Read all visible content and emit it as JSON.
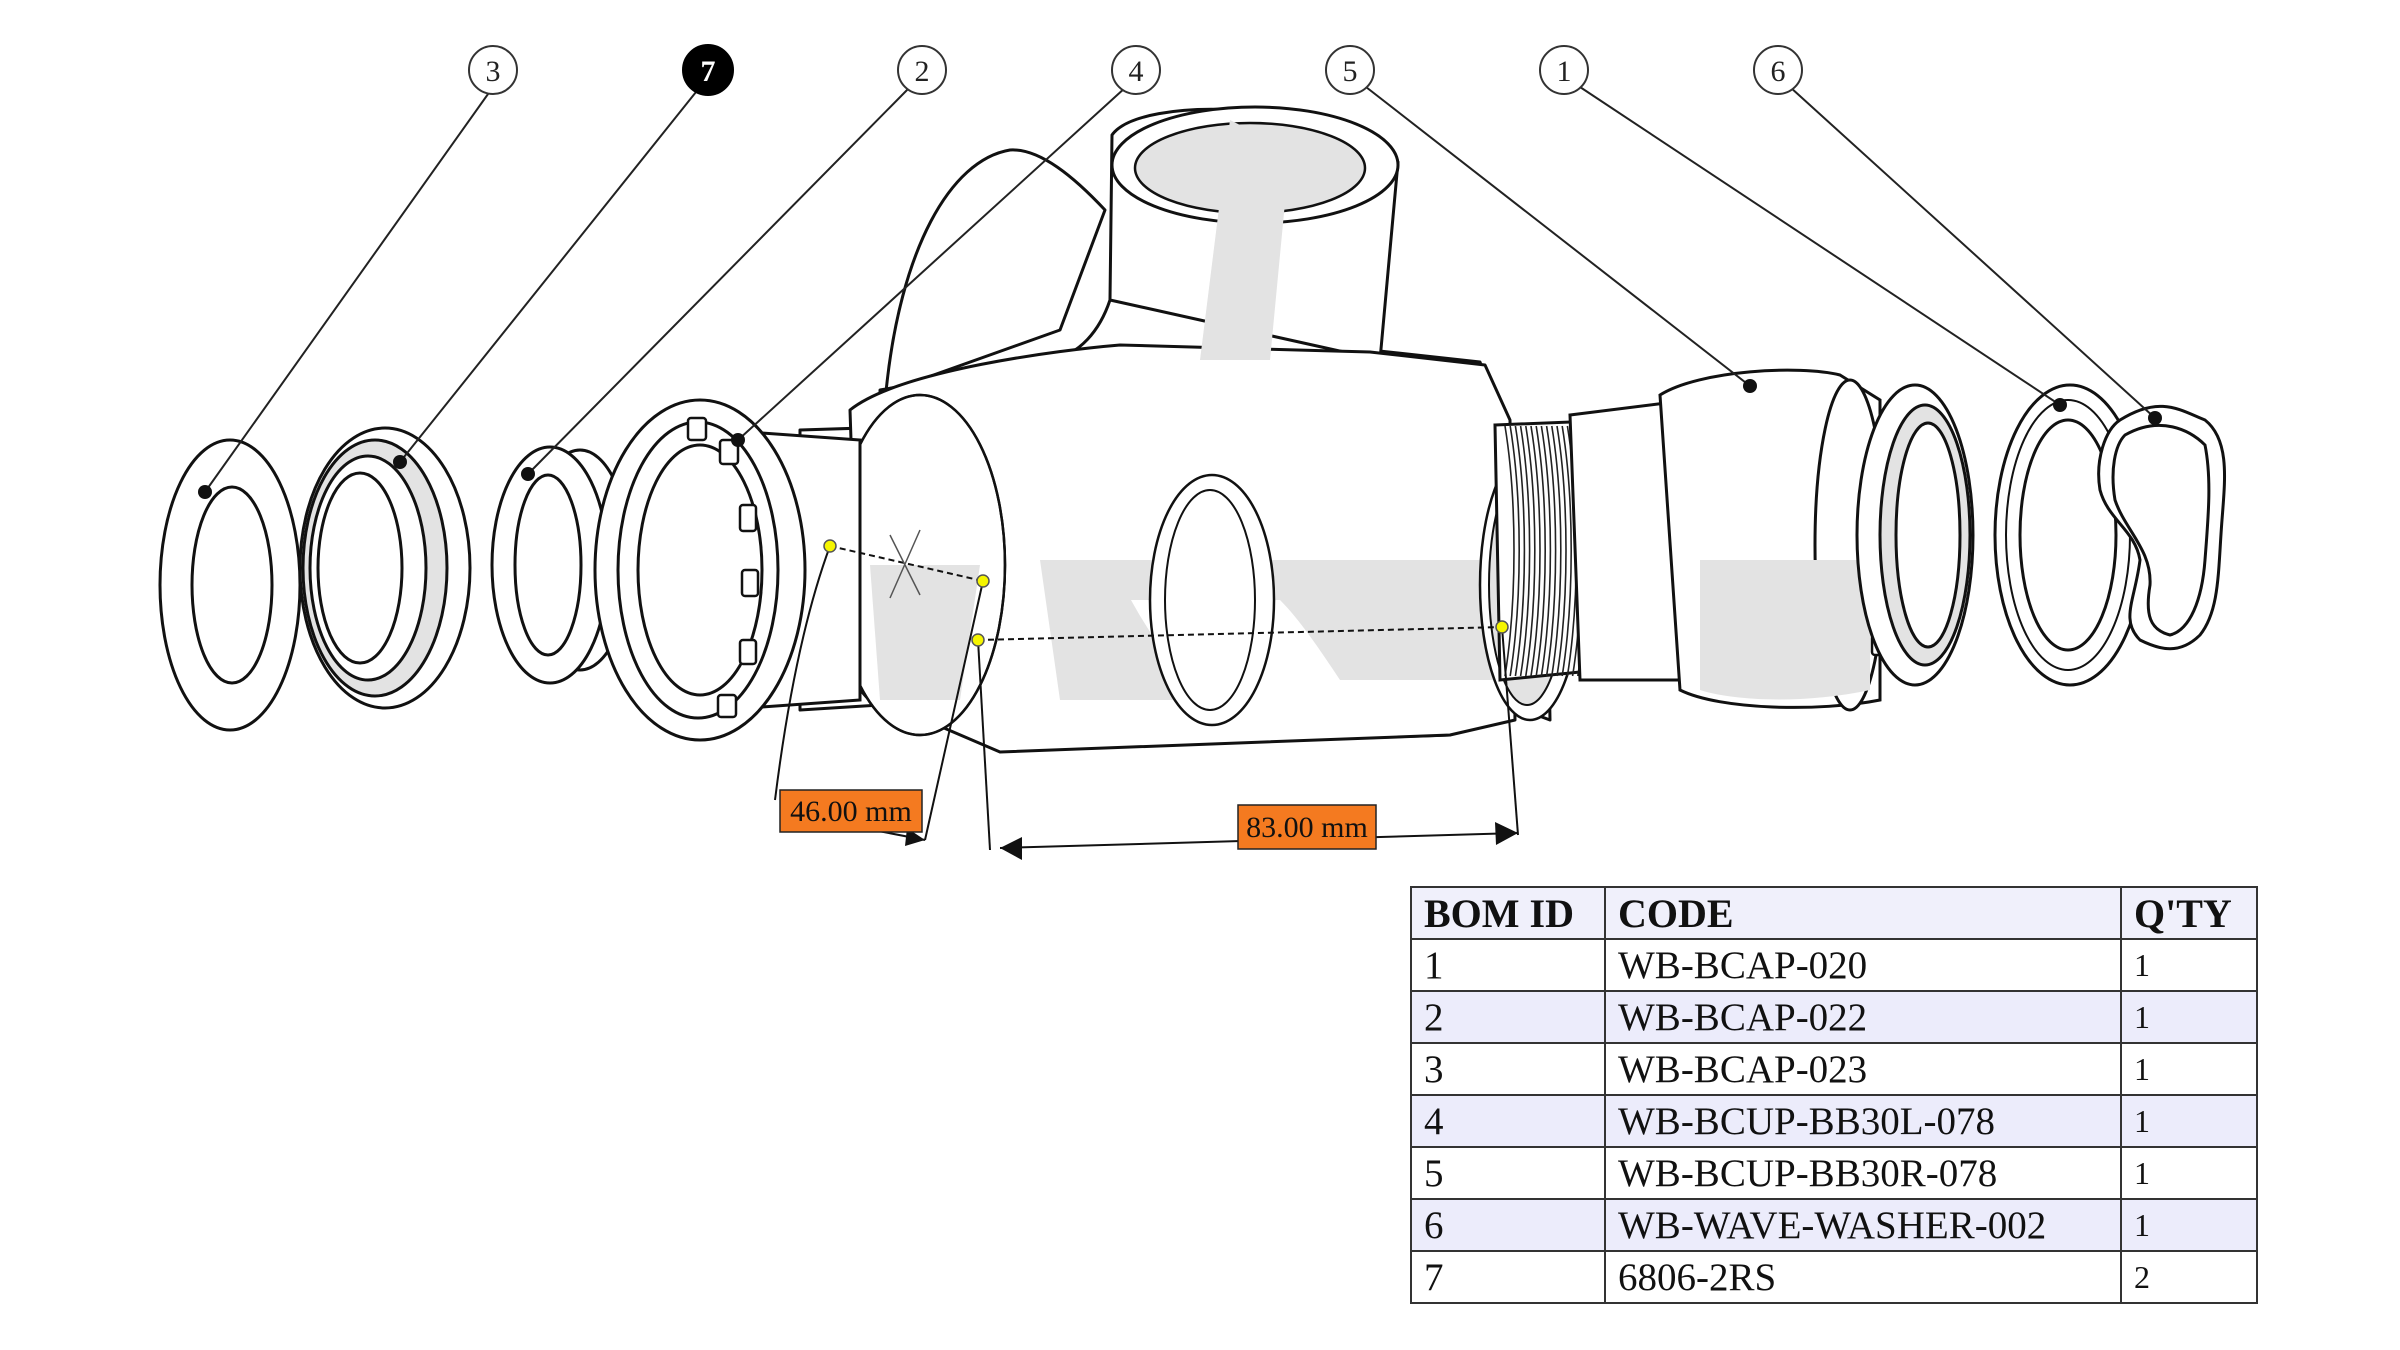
{
  "callouts": [
    {
      "label": "3",
      "active": false
    },
    {
      "label": "7",
      "active": true
    },
    {
      "label": "2",
      "active": false
    },
    {
      "label": "4",
      "active": false
    },
    {
      "label": "5",
      "active": false
    },
    {
      "label": "1",
      "active": false
    },
    {
      "label": "6",
      "active": false
    }
  ],
  "dimensions": [
    {
      "label": "46.00 mm",
      "value": 46.0,
      "unit": "mm"
    },
    {
      "label": "83.00 mm",
      "value": 83.0,
      "unit": "mm"
    }
  ],
  "colors": {
    "dimension_label_bg": "#f47a20",
    "measure_point": "#f5f500",
    "bom_header_bg": "#f0f0fb",
    "bom_alt_row": "#ececfb",
    "active_callout": "#000000",
    "shading": "#e3e3e3"
  },
  "bom": {
    "headers": [
      "BOM ID",
      "CODE",
      "Q'TY"
    ],
    "rows": [
      [
        "1",
        "WB-BCAP-020",
        "1"
      ],
      [
        "2",
        "WB-BCAP-022",
        "1"
      ],
      [
        "3",
        "WB-BCAP-023",
        "1"
      ],
      [
        "4",
        "WB-BCUP-BB30L-078",
        "1"
      ],
      [
        "5",
        "WB-BCUP-BB30R-078",
        "1"
      ],
      [
        "6",
        "WB-WAVE-WASHER-002",
        "1"
      ],
      [
        "7",
        "6806-2RS",
        "2"
      ]
    ]
  }
}
